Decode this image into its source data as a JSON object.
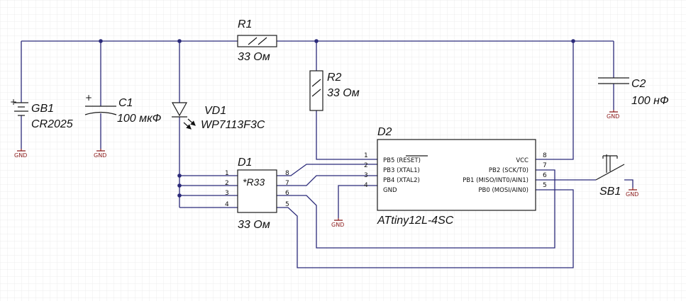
{
  "components": {
    "gb1": {
      "ref": "GB1",
      "value": "CR2025"
    },
    "c1": {
      "ref": "C1",
      "value": "100 мкФ"
    },
    "vd1": {
      "ref": "VD1",
      "value": "WP7113F3C"
    },
    "r1": {
      "ref": "R1",
      "value": "33 Ом"
    },
    "r2": {
      "ref": "R2",
      "value": "33 Ом"
    },
    "c2": {
      "ref": "C2",
      "value": "100 нФ"
    },
    "d1": {
      "ref": "D1",
      "value": "33 Ом",
      "inner_label": "*R33",
      "pins_left": [
        "1",
        "2",
        "3",
        "4"
      ],
      "pins_right": [
        "8",
        "7",
        "6",
        "5"
      ]
    },
    "d2": {
      "ref": "D2",
      "value": "ATtiny12L-4SC",
      "pins_left": [
        {
          "num": "1",
          "name": "PB5 (RESET)"
        },
        {
          "num": "2",
          "name": "PB3 (XTAL1)"
        },
        {
          "num": "3",
          "name": "PB4 (XTAL2)"
        },
        {
          "num": "4",
          "name": "GND"
        }
      ],
      "pins_right": [
        {
          "num": "8",
          "name": "VCC"
        },
        {
          "num": "7",
          "name": "PB2 (SCK/T0)"
        },
        {
          "num": "6",
          "name": "PB1 (MISO/INT0/AIN1)"
        },
        {
          "num": "5",
          "name": "PB0 (MOSI/AIN0)"
        }
      ]
    },
    "sb1": {
      "ref": "SB1"
    }
  },
  "gnd_label": "GND",
  "plus_sign": "+",
  "colors": {
    "wire": "#2b2a7a",
    "gnd": "#8b1a1a",
    "grid": "#ececec",
    "junction": "#2b2a7a"
  }
}
